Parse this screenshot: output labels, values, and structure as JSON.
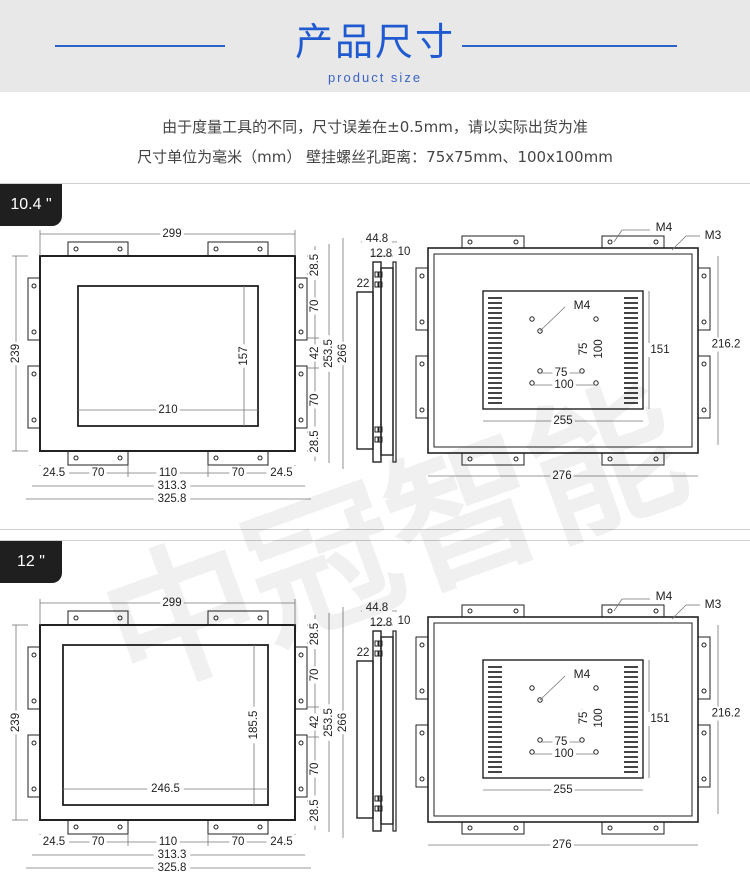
{
  "header": {
    "title": "产品尺寸",
    "subtitle": "product size"
  },
  "notes": [
    "由于度量工具的不同，尺寸误差在±0.5mm，请以实际出货为准",
    "尺寸单位为毫米（mm）  壁挂螺丝孔距离：75x75mm、100x100mm"
  ],
  "panels": [
    {
      "badge": "10.4 \"",
      "front": {
        "width": "299",
        "screen_w": "210",
        "screen_h": "157",
        "height": "239",
        "right_dims": [
          "28.5",
          "70",
          "42",
          "70",
          "28.5"
        ],
        "right_total_a": "253.5",
        "right_total_b": "266",
        "bottom_dims": [
          "24.5",
          "70",
          "110",
          "70",
          "24.5"
        ],
        "bottom_total_a": "313.3",
        "bottom_total_b": "325.8"
      },
      "side": {
        "depth": "44.8",
        "d1": "12.8",
        "d2": "10",
        "d3": "22"
      },
      "back": {
        "m4_top": "M4",
        "m3": "M3",
        "m4_inner": "M4",
        "hole_a": "75",
        "hole_b": "100",
        "hole_c": "75",
        "hole_d": "100",
        "inner_w": "255",
        "inner_h": "151",
        "outer_w": "276",
        "outer_h": "216.2"
      }
    },
    {
      "badge": "12 \"",
      "front": {
        "width": "299",
        "screen_w": "246.5",
        "screen_h": "185.5",
        "height": "239",
        "right_dims": [
          "28.5",
          "70",
          "42",
          "70",
          "28.5"
        ],
        "right_total_a": "253.5",
        "right_total_b": "266",
        "bottom_dims": [
          "24.5",
          "70",
          "110",
          "70",
          "24.5"
        ],
        "bottom_total_a": "313.3",
        "bottom_total_b": "325.8"
      },
      "side": {
        "depth": "44.8",
        "d1": "12.8",
        "d2": "10",
        "d3": "22"
      },
      "back": {
        "m4_top": "M4",
        "m3": "M3",
        "m4_inner": "M4",
        "hole_a": "75",
        "hole_b": "100",
        "hole_c": "75",
        "hole_d": "100",
        "inner_w": "255",
        "inner_h": "151",
        "outer_w": "276",
        "outer_h": "216.2"
      }
    }
  ],
  "watermark": "中冠智能"
}
